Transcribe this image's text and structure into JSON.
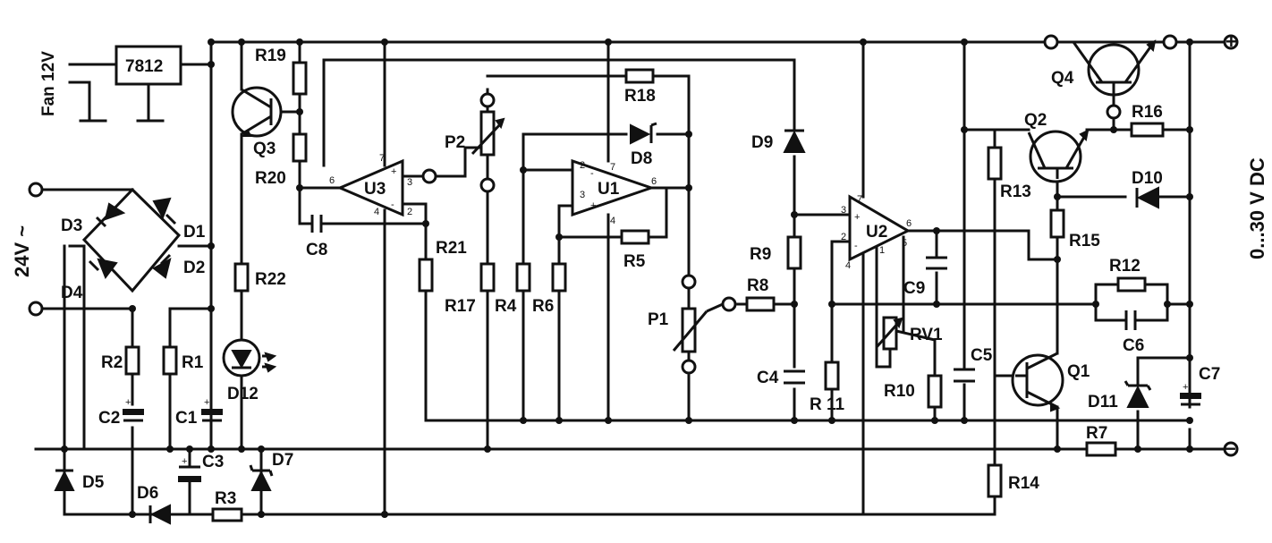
{
  "ic_7812": "7812",
  "fan_label": "Fan 12V",
  "ac_label": "24V ~",
  "output_label": "0...30 V DC",
  "plus_sign": "+",
  "minus_sign": "−",
  "resistors": [
    "R1",
    "R2",
    "R3",
    "R4",
    "R5",
    "R6",
    "R7",
    "R8",
    "R9",
    "R10",
    "R11",
    "R12",
    "R13",
    "R14",
    "R15",
    "R16",
    "R17",
    "R18",
    "R19",
    "R20",
    "R21",
    "R22"
  ],
  "capacitors": [
    "C1",
    "C2",
    "C3",
    "C4",
    "C5",
    "C6",
    "C7",
    "C8",
    "C9"
  ],
  "diodes": [
    "D1",
    "D2",
    "D3",
    "D4",
    "D5",
    "D6",
    "D7",
    "D8",
    "D9",
    "D10",
    "D11",
    "D12"
  ],
  "transistors": [
    "Q1",
    "Q2",
    "Q3",
    "Q4"
  ],
  "opamps": [
    "U1",
    "U2",
    "U3"
  ],
  "pots": [
    "P1",
    "P2",
    "RV1"
  ],
  "r11_label": "R  11",
  "pins": {
    "u3": [
      "7",
      "+",
      "3",
      "6",
      "-",
      "4",
      "2"
    ],
    "u1": [
      "2",
      "-",
      "3",
      "+",
      "7",
      "6",
      "4"
    ],
    "u2": [
      "7",
      "3",
      "+",
      "2",
      "-",
      "4",
      "1",
      "6",
      "5"
    ]
  }
}
